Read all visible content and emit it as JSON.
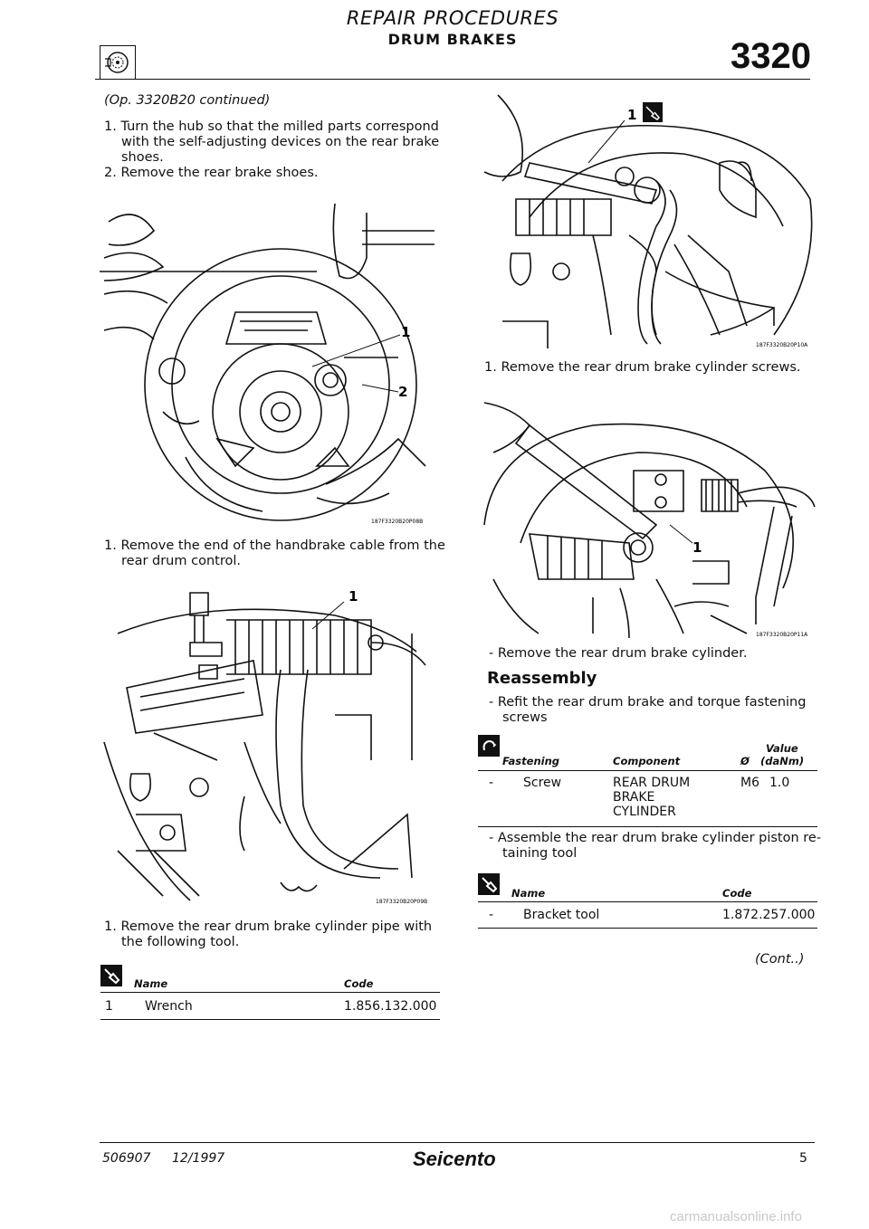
{
  "header": {
    "title": "REPAIR PROCEDURES",
    "subtitle": "DRUM BRAKES",
    "section_number": "3320"
  },
  "left": {
    "continued": "(Op. 3320B20 continued)",
    "steps_top": [
      "1. Turn the hub so that the milled parts correspond",
      "with the self-adjusting devices on the rear brake",
      "shoes.",
      "2. Remove the rear brake shoes."
    ],
    "fig1": {
      "code": "187F3320B20P08B",
      "label1": "1",
      "label2": "2"
    },
    "caption1": [
      "1. Remove the end of the handbrake cable from the",
      "rear drum control."
    ],
    "fig2": {
      "code": "187F3320B20P09B",
      "label1": "1"
    },
    "caption2": [
      "1. Remove the rear drum brake cylinder pipe with",
      "the following tool."
    ],
    "tool_table": {
      "headers": {
        "name": "Name",
        "code": "Code"
      },
      "rows": [
        {
          "num": "1",
          "name": "Wrench",
          "code": "1.856.132.000"
        }
      ]
    }
  },
  "right": {
    "fig3": {
      "code": "187F3320B20P10A",
      "label1": "1"
    },
    "caption3": "1. Remove the rear drum brake cylinder screws.",
    "fig4": {
      "code": "187F3320B20P11A",
      "label1": "1"
    },
    "caption4": "- Remove the rear drum brake cylinder.",
    "reassembly_heading": "Reassembly",
    "refit_text": [
      "- Refit the rear drum brake and torque fastening",
      "screws"
    ],
    "torque_table": {
      "headers": {
        "fastening": "Fastening",
        "component": "Component",
        "dia": "Ø",
        "value": "Value",
        "unit": "(daNm)"
      },
      "row": {
        "dash": "-",
        "fastening": "Screw",
        "component": [
          "REAR DRUM",
          "BRAKE",
          "CYLINDER"
        ],
        "dia": "M6",
        "value": "1.0"
      }
    },
    "assemble_text": [
      "- Assemble the rear drum brake cylinder piston re-",
      "taining tool"
    ],
    "tool_table2": {
      "headers": {
        "name": "Name",
        "code": "Code"
      },
      "row": {
        "dash": "-",
        "name": "Bracket tool",
        "code": "1.872.257.000"
      }
    },
    "cont": "(Cont..)"
  },
  "footer": {
    "doc_number": "506907",
    "date": "12/1997",
    "brand": "Seicento",
    "page": "5"
  },
  "watermark": "carmanualsonline.info"
}
